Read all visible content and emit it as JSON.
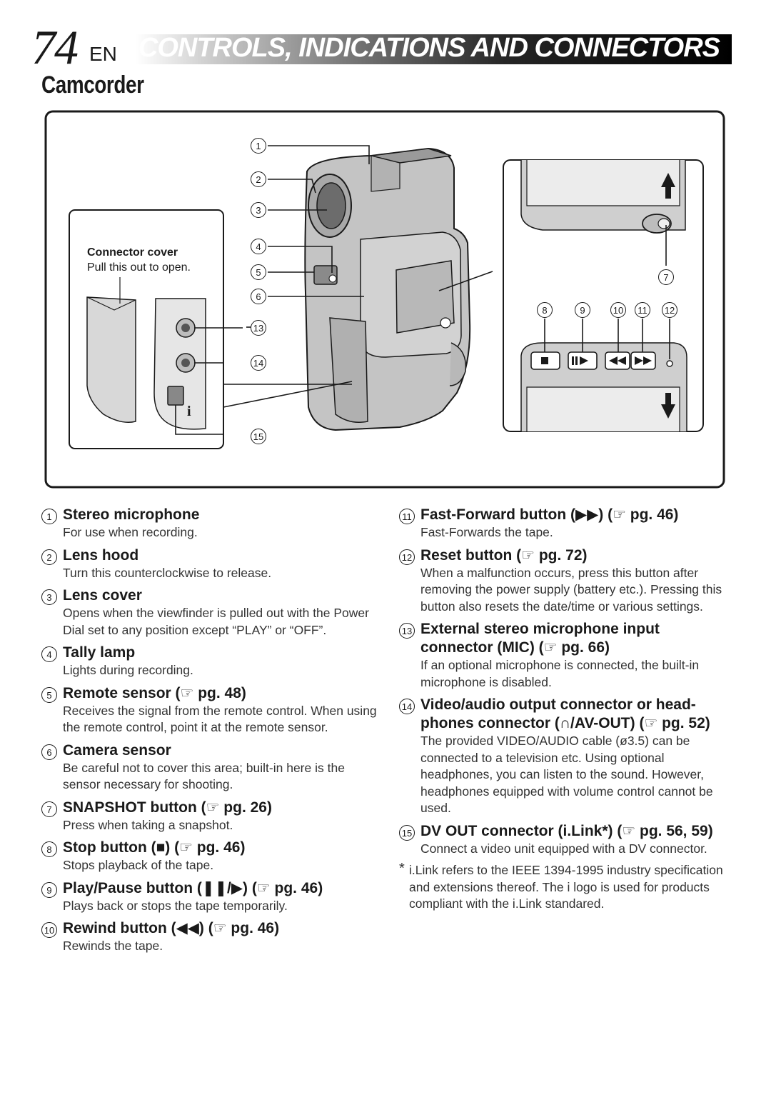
{
  "header": {
    "page_number": "74",
    "lang": "EN",
    "title": "CONTROLS, INDICATIONS AND CONNECTORS"
  },
  "section_title": "Camcorder",
  "diagram": {
    "connector_cover_label": "Connector cover",
    "connector_cover_hint": "Pull this out to open.",
    "callouts": [
      "1",
      "2",
      "3",
      "4",
      "5",
      "6",
      "7",
      "8",
      "9",
      "10",
      "11",
      "12",
      "13",
      "14",
      "15"
    ]
  },
  "left_items": [
    {
      "num": "1",
      "title": "Stereo microphone",
      "desc": "For use when recording."
    },
    {
      "num": "2",
      "title": "Lens hood",
      "desc": "Turn this counterclockwise to release."
    },
    {
      "num": "3",
      "title": "Lens cover",
      "desc": "Opens when the viewfinder is pulled out with the Power Dial set to any position except “PLAY” or “OFF”."
    },
    {
      "num": "4",
      "title": "Tally lamp",
      "desc": "Lights during recording."
    },
    {
      "num": "5",
      "title": "Remote sensor (☞ pg. 48)",
      "desc": "Receives the signal from the remote control. When using the remote control, point it at the remote sensor."
    },
    {
      "num": "6",
      "title": "Camera sensor",
      "desc": "Be careful not to cover this area; built-in here is the sensor necessary for shooting."
    },
    {
      "num": "7",
      "title": "SNAPSHOT button (☞ pg. 26)",
      "desc": "Press when taking a snapshot."
    },
    {
      "num": "8",
      "title": "Stop button (■) (☞ pg. 46)",
      "desc": "Stops playback of the tape."
    },
    {
      "num": "9",
      "title": "Play/Pause button (❚❚/▶) (☞ pg. 46)",
      "desc": "Plays back or stops the tape temporarily."
    },
    {
      "num": "10",
      "title": "Rewind button (◀◀) (☞ pg. 46)",
      "desc": "Rewinds the tape."
    }
  ],
  "right_items": [
    {
      "num": "11",
      "title": "Fast-Forward button (▶▶) (☞ pg. 46)",
      "desc": "Fast-Forwards the tape."
    },
    {
      "num": "12",
      "title": "Reset button (☞ pg. 72)",
      "desc": "When a malfunction occurs, press this button after removing the power supply (battery etc.). Pressing this button also resets the date/time or various settings."
    },
    {
      "num": "13",
      "title": "External stereo microphone input connector (MIC) (☞ pg. 66)",
      "desc": "If an optional microphone is connected, the built-in microphone is disabled."
    },
    {
      "num": "14",
      "title": "Video/audio output connector or head-phones connector (∩/AV-OUT) (☞ pg. 52)",
      "desc": "The provided VIDEO/AUDIO cable (ø3.5) can be connected to a television etc. Using optional headphones, you can listen to the sound. However, headphones equipped with volume control cannot be used."
    },
    {
      "num": "15",
      "title": "DV OUT connector (i.Link*) (☞ pg. 56, 59)",
      "desc": "Connect a video unit equipped with a DV connector."
    }
  ],
  "footnote": {
    "mark": "*",
    "text": "i.Link refers to the IEEE 1394-1995 industry specification and extensions thereof. The i logo is used for products compliant with the i.Link standared."
  }
}
